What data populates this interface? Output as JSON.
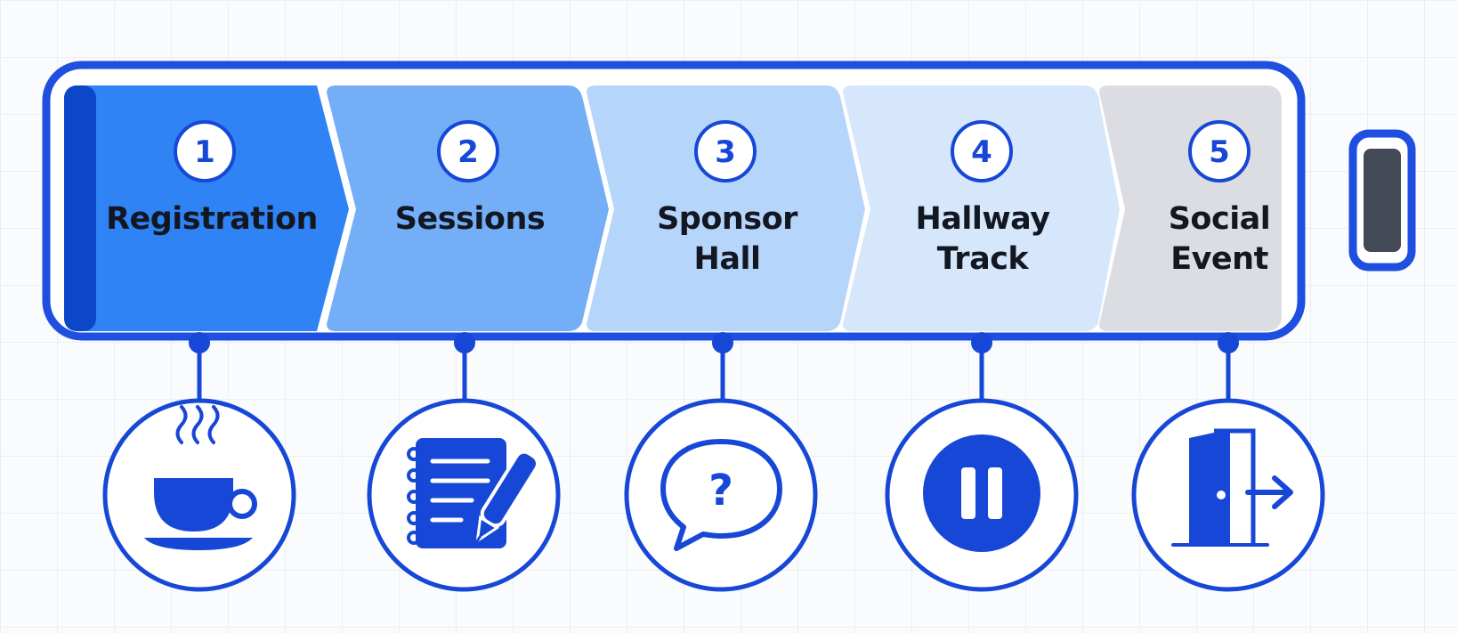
{
  "colors": {
    "accent": "#1747d6",
    "outline": "#1f4fe0",
    "battery_cap": "#444a55",
    "text": "#121722"
  },
  "steps": [
    {
      "number": "1",
      "label_lines": [
        "Registration"
      ],
      "fill": "#2f83f5",
      "icon": "coffee-cup-icon"
    },
    {
      "number": "2",
      "label_lines": [
        "Sessions"
      ],
      "fill": "#74aef6",
      "icon": "notebook-pen-icon"
    },
    {
      "number": "3",
      "label_lines": [
        "Sponsor",
        "Hall"
      ],
      "fill": "#b6d5fa",
      "icon": "question-speech-bubble-icon"
    },
    {
      "number": "4",
      "label_lines": [
        "Hallway",
        "Track"
      ],
      "fill": "#d6e7fc",
      "icon": "pause-icon"
    },
    {
      "number": "5",
      "label_lines": [
        "Social",
        "Event"
      ],
      "fill": "#dcdde2",
      "icon": "exit-door-icon"
    }
  ]
}
